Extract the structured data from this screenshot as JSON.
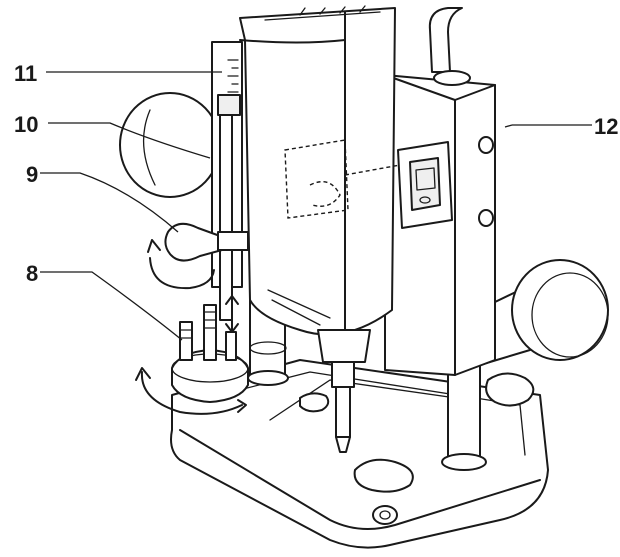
{
  "callouts": {
    "c8": "8",
    "c9": "9",
    "c10": "10",
    "c11": "11",
    "c12": "12"
  }
}
